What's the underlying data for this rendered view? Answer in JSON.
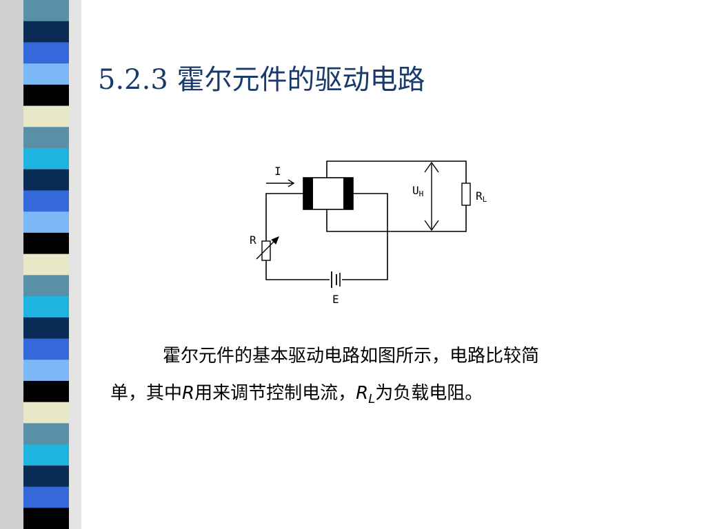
{
  "slide": {
    "title": "5.2.3  霍尔元件的驱动电路"
  },
  "strip_colors": {
    "deep_navy": "#0b2d55",
    "royal_blue": "#3568d8",
    "sky_blue": "#7cb8f5",
    "cyan": "#1fb4e0",
    "steel": "#5a8fa8",
    "cream": "#e8e8c8",
    "black": "#000000",
    "light_gray": "#d0d0d0"
  },
  "circuit": {
    "current_label": "I",
    "voltage_label": "U",
    "voltage_sub": "H",
    "rheostat_label": "R",
    "load_label": "R",
    "load_sub": "L",
    "battery_label": "E"
  },
  "paragraph": {
    "line1": "霍尔元件的基本驱动电路如图所示，电路比较简",
    "line2_a": "单，其中",
    "line2_r": "R",
    "line2_b": "用来调节控制电流，",
    "line2_rl": "R",
    "line2_rl_sub": "L",
    "line2_c": "为负载电阻。"
  }
}
